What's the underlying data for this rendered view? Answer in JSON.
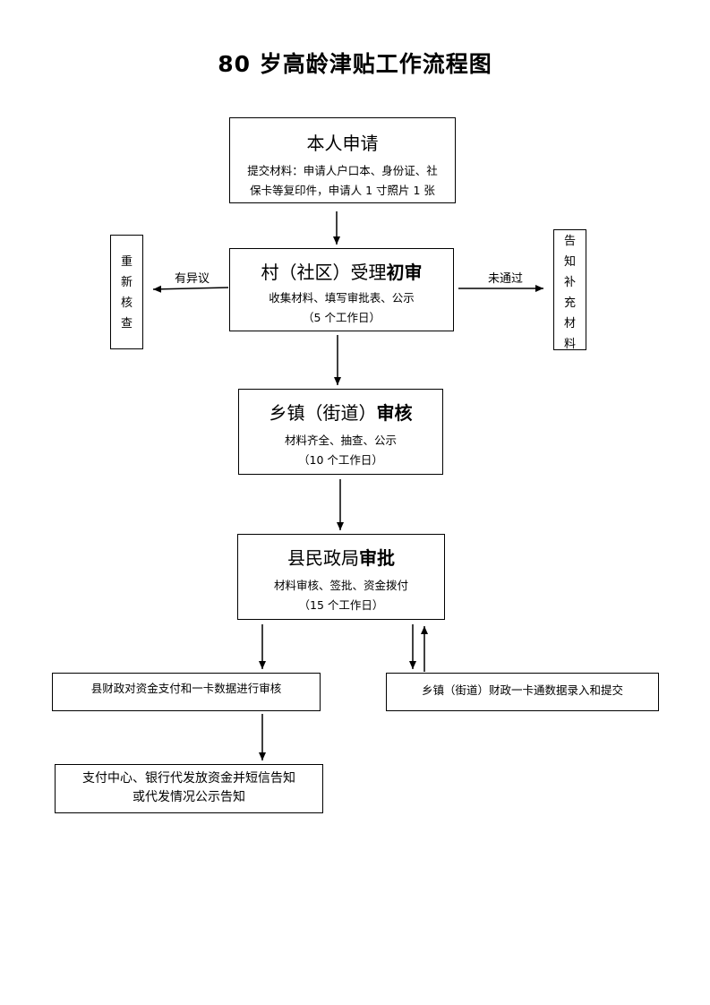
{
  "title": "80 岁高龄津贴工作流程图",
  "step1": {
    "heading": "本人申请",
    "line1": "提交材料：申请人户口本、身份证、社",
    "line2": "保卡等复印件，申请人 1 寸照片 1 张"
  },
  "step2": {
    "heading_plain": "村（社区）受理",
    "heading_bold": "初审",
    "line1": "收集材料、填写审批表、公示",
    "line2": "（5 个工作日）"
  },
  "step3": {
    "heading_plain": "乡镇（街道）",
    "heading_bold": "审核",
    "line1": "材料齐全、抽查、公示",
    "line2": "（10 个工作日）"
  },
  "step4": {
    "heading_plain": "县民政局",
    "heading_bold": "审批",
    "line1": "材料审核、签批、资金拨付",
    "line2": "（15 个工作日）"
  },
  "left_side": {
    "label": "有异议",
    "chars": [
      "重",
      "新",
      "核",
      "查"
    ]
  },
  "right_side": {
    "label": "未通过",
    "chars": [
      "告",
      "知",
      "补",
      "充",
      "材",
      "料"
    ]
  },
  "step5_left": {
    "text": "县财政对资金支付和一卡数据进行审核"
  },
  "step5_right": {
    "text": "乡镇（街道）财政一卡通数据录入和提交"
  },
  "step6": {
    "line1": "支付中心、银行代发放资金并短信告知",
    "line2": "或代发情况公示告知"
  }
}
